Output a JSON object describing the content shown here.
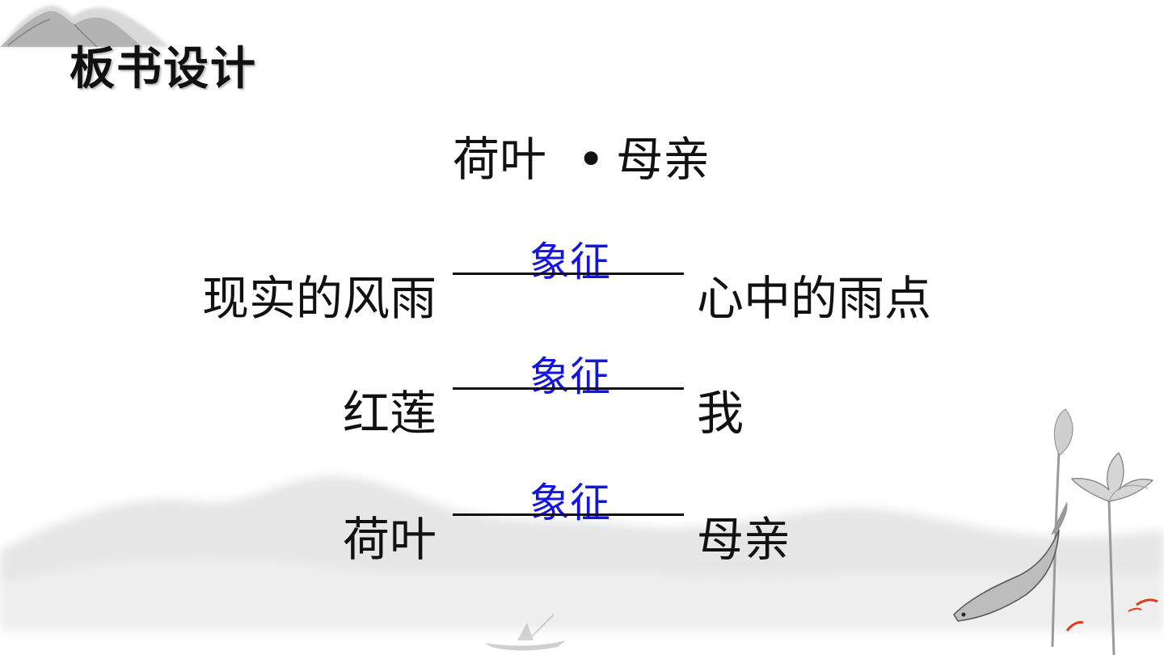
{
  "slide_title": "板书设计",
  "subtitle": {
    "part1": "荷叶",
    "separator": "•",
    "part2": "母亲"
  },
  "rows": [
    {
      "left": "现实的风雨",
      "relation": "象征",
      "right": "心中的雨点"
    },
    {
      "left": "红莲",
      "relation": "象征",
      "right": "我"
    },
    {
      "left": "荷叶",
      "relation": "象征",
      "right": "母亲"
    }
  ],
  "colors": {
    "text": "#111111",
    "relation": "#1515e0",
    "koi_accent": "#e23b1a"
  }
}
